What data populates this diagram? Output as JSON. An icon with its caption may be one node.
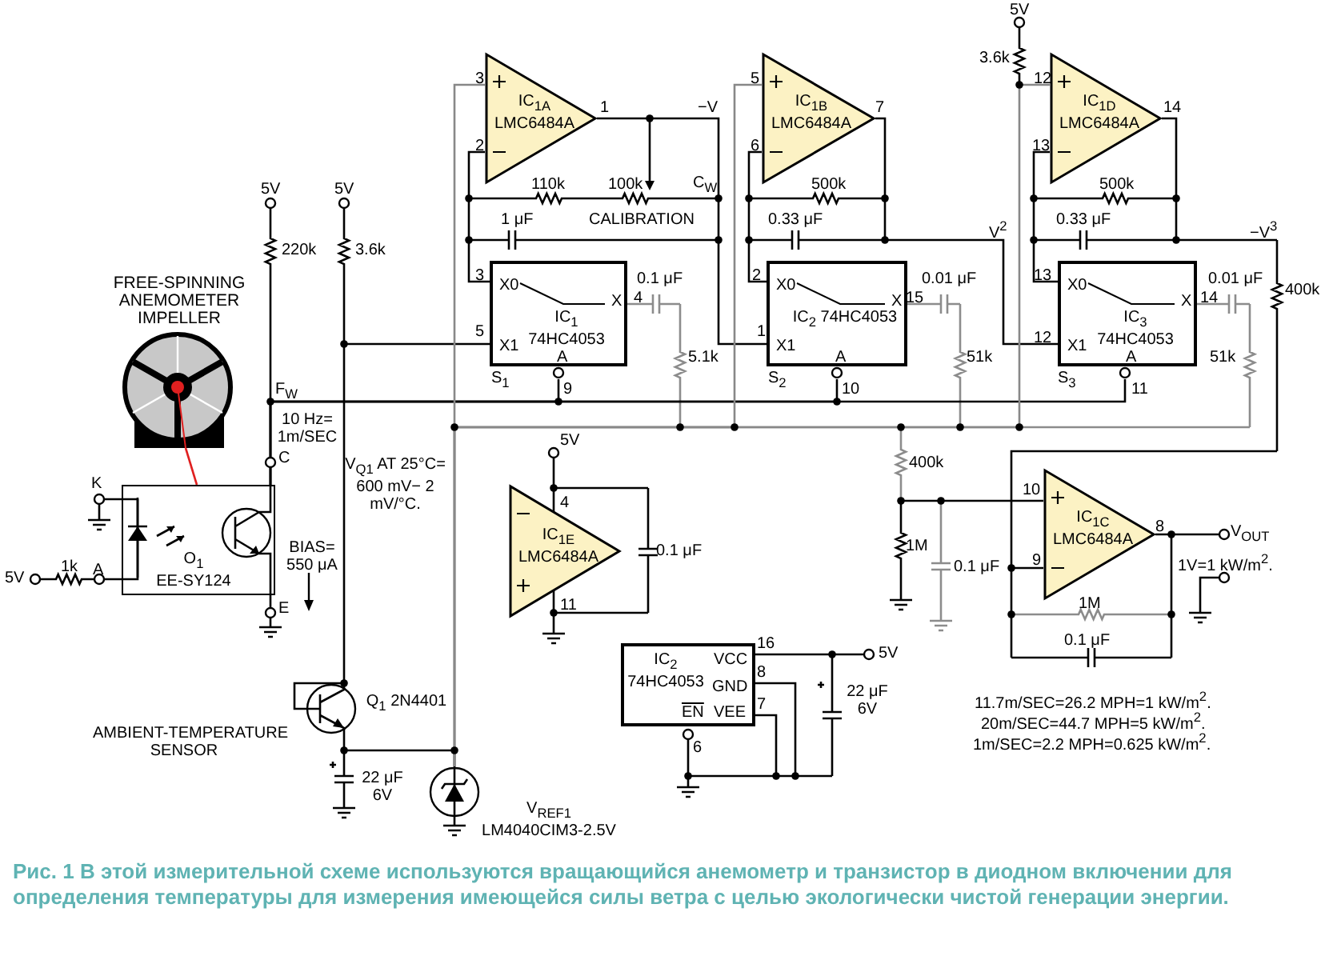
{
  "diagram": {
    "caption": "Рис. 1 В этой измерительной схеме используются вращающийся анемометр и транзистор в диодном включении для определения температуры для измерения имеющейся силы ветра с целью экологически чистой генерации энергии.",
    "nodes": [
      {
        "text": [
          "IC$_{1A}$ LMC6484A"
        ]
      },
      {
        "text": [
          "IC$_{1B}$ LMC6484A"
        ]
      },
      {
        "text": [
          "IC$_{1D}$ LMC6484A"
        ]
      },
      {
        "text": [
          "X0",
          "X",
          "X1",
          "IC$_{1}$ 74HC4053",
          "A"
        ],
        "beside": [
          "S$_{1}$"
        ]
      },
      {
        "text": [
          "X0",
          "X",
          "X1",
          "IC$_{2}$ 74HC4053",
          "A"
        ],
        "beside": [
          "S$_{2}$"
        ]
      },
      {
        "text": [
          "X0",
          "X",
          "X1",
          "IC$_{3}$ 74HC4053",
          "A"
        ],
        "beside": [
          "S$_{3}$"
        ]
      },
      {
        "text": [
          "FREE-SPINNING ANEMOMETER IMPELLER"
        ]
      },
      {
        "text": [
          "O$_{1}$ EE-SY124"
        ]
      },
      {
        "text": [
          "IC$_{1E}$ LMC6484A"
        ]
      },
      {
        "text": [
          "IC$_{1C}$ LMC6484A"
        ]
      },
      {
        "text": [
          "IC$_{2}$ 74HC4053",
          "VCC",
          "GND",
          "EN",
          "VEE"
        ]
      },
      {
        "text": [],
        "shape": "circle",
        "beside": [
          "Q$_{1}$ 2N4401"
        ]
      },
      {
        "text": [],
        "shape": "circle",
        "beside": [
          "V$_{REF1}$ LM4040CIM3-2.5V"
        ]
      }
    ],
    "edges": [
      {
        "from": 6,
        "to": 7,
        "arrow": "none",
        "color": "#e02020"
      },
      {
        "from": 7,
        "to": 3,
        "arrow": "none"
      },
      {
        "from": 7,
        "to": 4,
        "arrow": "none"
      },
      {
        "from": 7,
        "to": 5,
        "arrow": "none"
      },
      {
        "from": 0,
        "to": 3,
        "arrow": "none"
      },
      {
        "from": 1,
        "to": 4,
        "arrow": "none"
      },
      {
        "from": 2,
        "to": 5,
        "arrow": "none"
      },
      {
        "from": 0,
        "to": 4,
        "arrow": "none"
      },
      {
        "from": 1,
        "to": 5,
        "arrow": "none"
      },
      {
        "from": 11,
        "to": 3,
        "arrow": "none"
      },
      {
        "from": 11,
        "to": 12,
        "arrow": "none"
      },
      {
        "from": 12,
        "to": 0,
        "arrow": "none",
        "color": "#888888"
      },
      {
        "from": 12,
        "to": 1,
        "arrow": "none",
        "color": "#888888"
      },
      {
        "from": 12,
        "to": 2,
        "arrow": "none",
        "color": "#888888"
      }
    ],
    "labels": [
      "5V",
      "3.6k",
      "3",
      "1",
      "−V",
      "5",
      "7",
      "12",
      "14",
      "2",
      "6",
      "13",
      "110k",
      "100k",
      "C$_{W}$",
      "500k",
      "500k",
      "1 μF",
      "CALIBRATION",
      "0.33 μF",
      "V$^{2}$",
      "0.33 μF",
      "−V$^{3}$",
      "5V",
      "5V",
      "220k",
      "3.6k",
      "3",
      "0.1 μF",
      "4",
      "2",
      "15",
      "0.01 μF",
      "13",
      "14",
      "0.01 μF",
      "400k",
      "5",
      "1",
      "12",
      "5.1k",
      "51k",
      "51k",
      "9",
      "10",
      "11",
      "F$_{W}$",
      "10 Hz= 1m/SEC",
      "C",
      "V$_{Q1}$ AT 25°C= 600 mV− 2 mV/°C.",
      "5V",
      "K",
      "4",
      "10",
      "0.1 μF",
      "400k",
      "1M",
      "BIAS= 550 μA",
      "8",
      "V$_{OUT}$",
      "5V",
      "1k",
      "A",
      "0.1 μF",
      "9",
      "1V=1 kW/m$^{2}$.",
      "E",
      "11",
      "1M",
      "16",
      "0.1 μF",
      "5V",
      "8",
      "22 μF 6V",
      "7",
      "11.7m/SEC=26.2 MPH=1 kW/m$^{2}$.",
      "20m/SEC=44.7 MPH=5 kW/m$^{2}$.",
      "1m/SEC=2.2 MPH=0.625 kW/m$^{2}$.",
      "6",
      "AMBIENT-TEMPERATURE SENSOR",
      "22 μF 6V"
    ]
  }
}
